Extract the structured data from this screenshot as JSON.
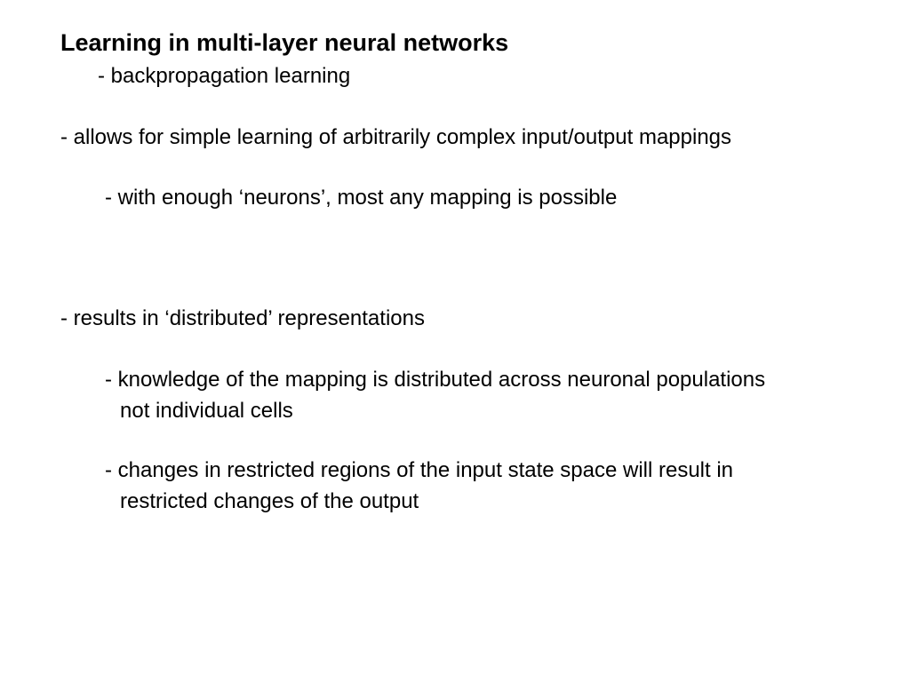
{
  "slide": {
    "title": "Learning in multi-layer neural networks",
    "subtitle": "- backpropagation learning",
    "bullets": [
      {
        "text": "- allows for simple learning of arbitrarily complex input/output mappings",
        "sub": [
          {
            "lines": [
              "- with enough ‘neurons’, most any mapping is possible"
            ]
          }
        ]
      },
      {
        "text": "- results in ‘distributed’ representations",
        "sub": [
          {
            "lines": [
              "- knowledge of the mapping is distributed across neuronal populations",
              "not individual cells"
            ]
          },
          {
            "lines": [
              "- changes in restricted regions of the input state space will result in",
              "restricted changes of the output"
            ]
          }
        ]
      }
    ]
  }
}
